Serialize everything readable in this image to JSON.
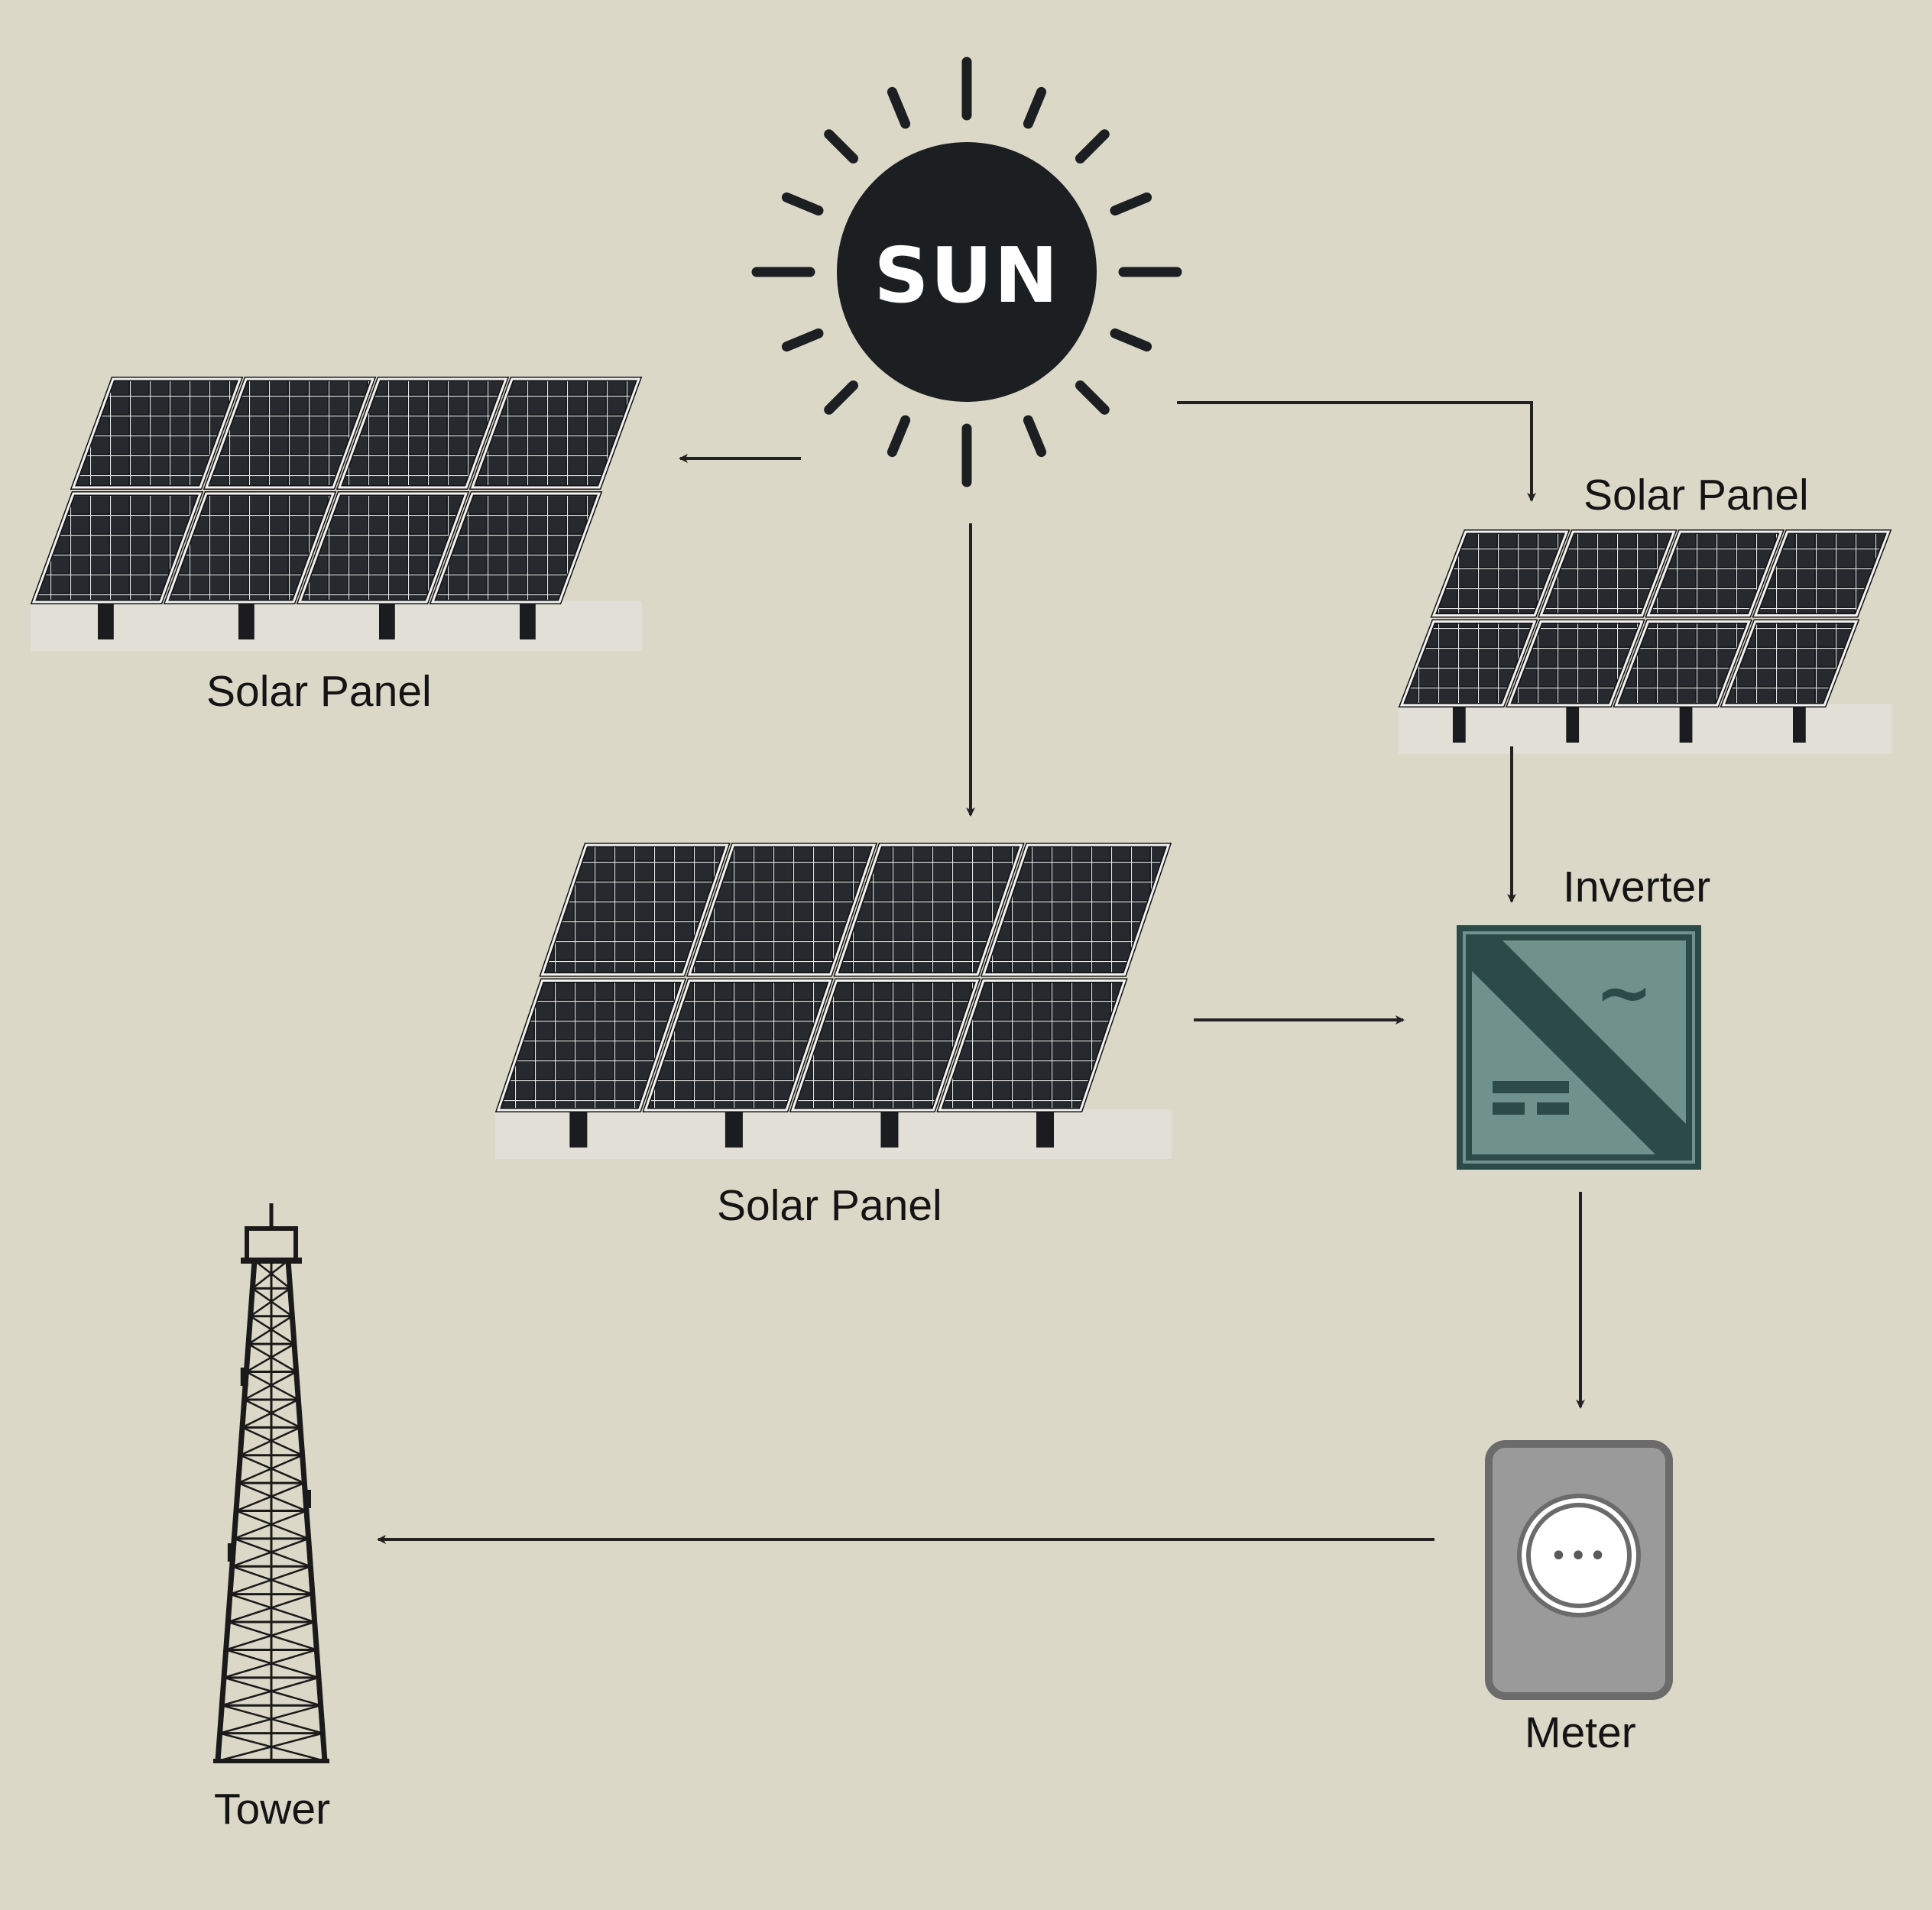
{
  "sun": {
    "label": "SUN"
  },
  "panels": [
    {
      "label": "Solar Panel"
    },
    {
      "label": "Solar Panel"
    },
    {
      "label": "Solar Panel"
    }
  ],
  "inverter": {
    "label": "Inverter",
    "symbol": "~"
  },
  "meter": {
    "label": "Meter",
    "display": "•••"
  },
  "tower": {
    "label": "Tower"
  },
  "colors": {
    "background": "#dcd8c8",
    "ink": "#141414",
    "inverter_fill": "#6f928c",
    "inverter_border": "#2c4a48",
    "meter_body": "#9a9a9a",
    "meter_border": "#6b6b6b"
  }
}
